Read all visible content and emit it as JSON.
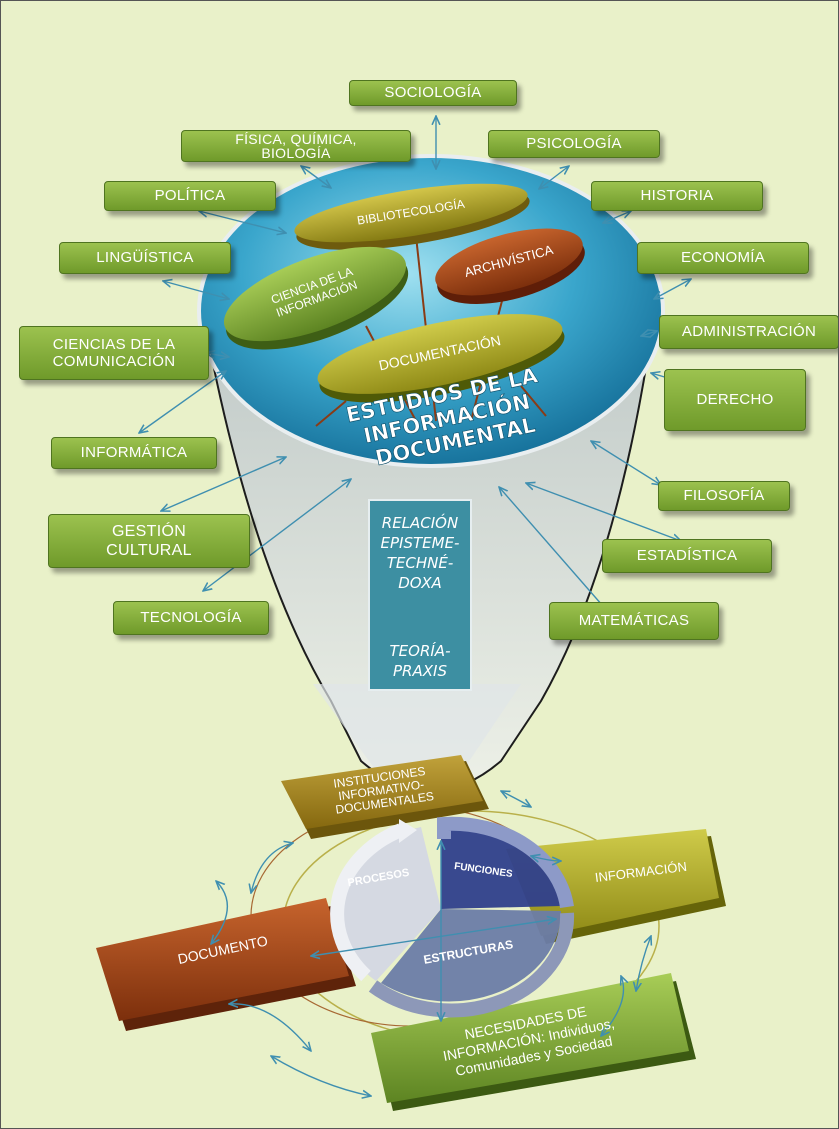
{
  "discipline_boxes": {
    "sociologia": "SOCIOLOGÍA",
    "fisica": "FÍSICA, QUÍMICA, BIOLOGÍA",
    "psicologia": "PSICOLOGÍA",
    "politica": "POLÍTICA",
    "historia": "HISTORIA",
    "linguistica": "LINGÜÍSTICA",
    "economia": "ECONOMÍA",
    "ciencias_comunicacion": "CIENCIAS DE LA COMUNICACIÓN",
    "administracion": "ADMINISTRACIÓN",
    "derecho": "DERECHO",
    "informatica": "INFORMÁTICA",
    "filosofia": "FILOSOFÍA",
    "gestion_cultural": "GESTIÓN CULTURAL",
    "estadistica": "ESTADÍSTICA",
    "tecnologia": "TECNOLOGÍA",
    "matematicas": "MATEMÁTICAS"
  },
  "core": {
    "bibliotecologia": "BIBLIOTECOLOGÍA",
    "ciencia_informacion": "CIENCIA DE LA INFORMACIÓN",
    "archivistica": "ARCHIVÍSTICA",
    "documentacion": "DOCUMENTACIÓN",
    "title_line1": "ESTUDIOS DE LA",
    "title_line2": "INFORMACIÓN",
    "title_line3": "DOCUMENTAL"
  },
  "relation": {
    "text1": "RELACIÓN EPISTEME-TECHNÉ-DOXA",
    "text2": "TEORÍA-PRAXIS"
  },
  "bottom": {
    "instituciones": "INSTITUCIONES INFORMATIVO-DOCUMENTALES",
    "informacion": "INFORMACIÓN",
    "documento": "DOCUMENTO",
    "necesidades_line1": "NECESIDADES DE",
    "necesidades_line2": "INFORMACIÓN: Individuos,",
    "necesidades_line3": "Comunidades y Sociedad",
    "procesos": "PROCESOS",
    "funciones": "FUNCIONES",
    "estructuras": "ESTRUCTURAS"
  },
  "colors": {
    "background": "#e9f1c9",
    "green_box": "#86ac3a",
    "lens_blue": "#3aa6cc",
    "olive": "#a59a1e",
    "brown": "#a3471a",
    "teal_panel": "#3d8fa2",
    "arrow": "#3f8fb0"
  }
}
